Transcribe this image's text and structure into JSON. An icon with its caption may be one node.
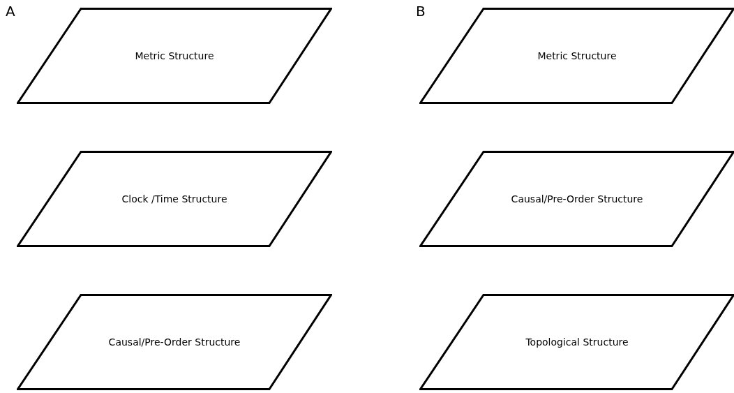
{
  "diagram": {
    "nodes": [
      {
        "text": [
          "Metric Structure"
        ]
      },
      {
        "text": [
          "Clock /Time Structure"
        ]
      },
      {
        "text": [
          "Causal/Pre-Order Structure"
        ]
      },
      {
        "text": [
          "Metric Structure"
        ]
      },
      {
        "text": [
          "Causal/Pre-Order Structure"
        ]
      },
      {
        "text": [
          "Topological Structure"
        ]
      }
    ],
    "labels": [
      "A",
      "B"
    ]
  }
}
